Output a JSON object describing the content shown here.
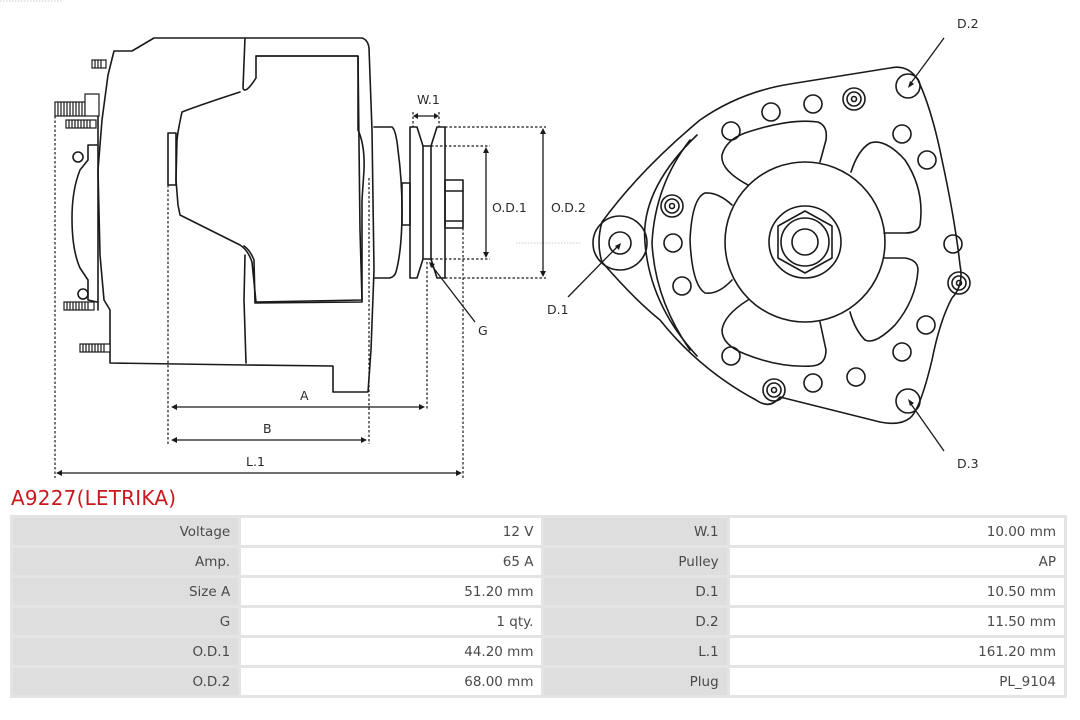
{
  "product": {
    "title": "A9227(LETRIKA)"
  },
  "drawing": {
    "side_view_labels": {
      "w1": "W.1",
      "od1": "O.D.1",
      "od2": "O.D.2",
      "g": "G",
      "a": "A",
      "b": "B",
      "l1": "L.1"
    },
    "front_view_labels": {
      "d1": "D.1",
      "d2": "D.2",
      "d3": "D.3"
    }
  },
  "specs": {
    "rows": [
      {
        "label1": "Voltage",
        "value1": "12 V",
        "label2": "W.1",
        "value2": "10.00 mm"
      },
      {
        "label1": "Amp.",
        "value1": "65 A",
        "label2": "Pulley",
        "value2": "AP"
      },
      {
        "label1": "Size A",
        "value1": "51.20 mm",
        "label2": "D.1",
        "value2": "10.50 mm"
      },
      {
        "label1": "G",
        "value1": "1 qty.",
        "label2": "D.2",
        "value2": "11.50 mm"
      },
      {
        "label1": "O.D.1",
        "value1": "44.20 mm",
        "label2": "L.1",
        "value2": "161.20 mm"
      },
      {
        "label1": "O.D.2",
        "value1": "68.00 mm",
        "label2": "Plug",
        "value2": "PL_9104"
      }
    ]
  },
  "colors": {
    "title": "#c8191e",
    "label_cell": "#dedede",
    "value_cell": "#ffffff",
    "grid": "#e4e4e4",
    "line": "#1a1a1a"
  }
}
